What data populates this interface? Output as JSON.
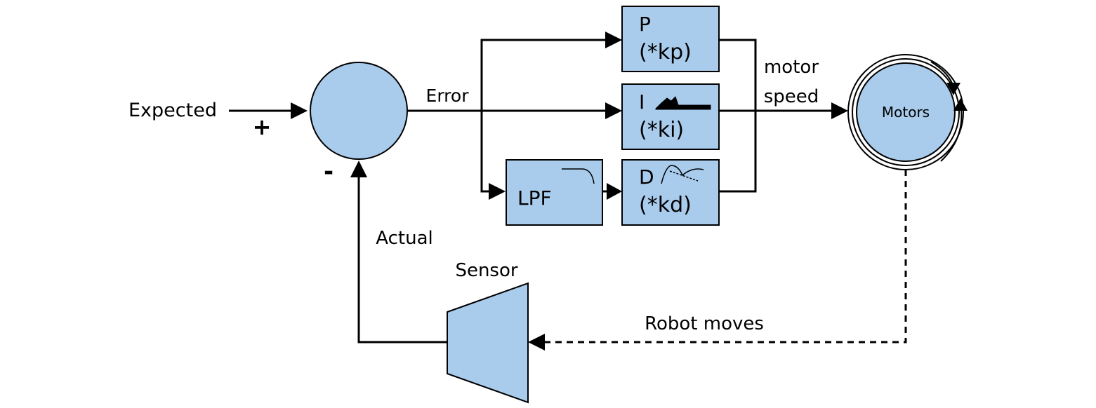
{
  "diagram": {
    "input_label": "Expected",
    "plus_sign": "+",
    "minus_sign": "-",
    "error_label": "Error",
    "feedback_label": "Actual",
    "sensor_label": "Sensor",
    "robot_label": "Robot moves",
    "output_label_line1": "motor",
    "output_label_line2": "speed",
    "motors_label": "Motors",
    "lpf_label": "LPF",
    "p_block": {
      "letter": "P",
      "gain": "(*kp)"
    },
    "i_block": {
      "letter": "I",
      "gain": "(*ki)"
    },
    "d_block": {
      "letter": "D",
      "gain": "(*kd)"
    },
    "block_fill": "#a9cbec",
    "line_color": "#000000"
  }
}
